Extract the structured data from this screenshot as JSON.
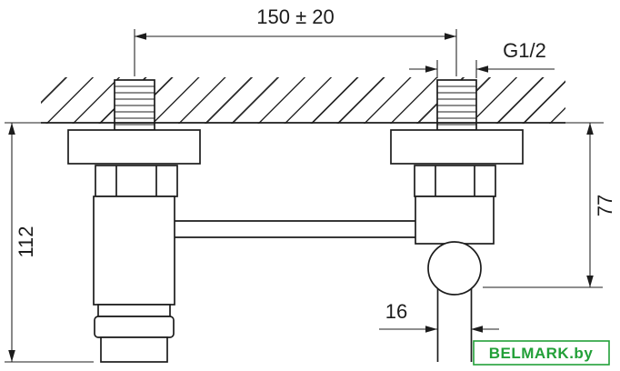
{
  "dimensions": {
    "width": "150 ± 20",
    "thread": "G1/2",
    "height_left": "112",
    "height_right": "77",
    "pipe_width": "16"
  },
  "watermark": {
    "text": "BELMARK.by",
    "color": "#22a038"
  },
  "colors": {
    "line": "#1c1c1c",
    "background": "#ffffff"
  }
}
